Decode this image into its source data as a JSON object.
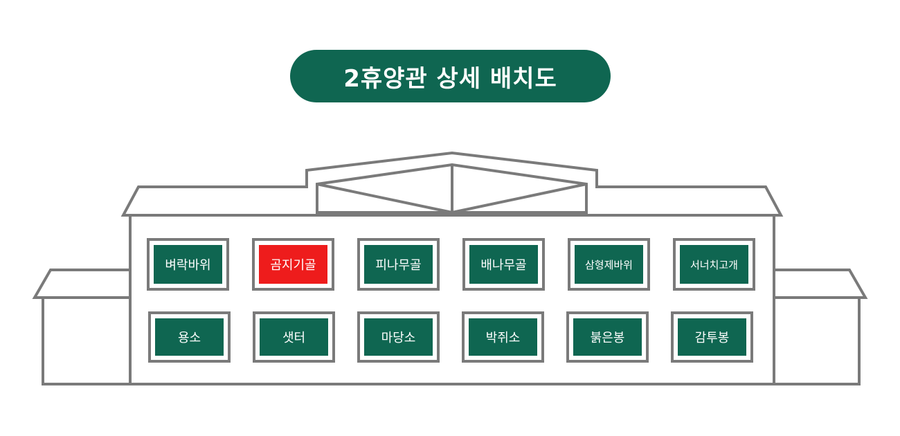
{
  "title": "2휴양관 상세 배치도",
  "colors": {
    "primary": "#0f6651",
    "highlight": "#ee1c1c",
    "outline": "#7a7a7a"
  },
  "rooms_row1": [
    {
      "label": "벼락바위",
      "selected": false
    },
    {
      "label": "곰지기골",
      "selected": true
    },
    {
      "label": "피나무골",
      "selected": false
    },
    {
      "label": "배나무골",
      "selected": false
    },
    {
      "label": "삼형제바위",
      "selected": false
    },
    {
      "label": "서너치고개",
      "selected": false
    }
  ],
  "rooms_row2": [
    {
      "label": "용소",
      "selected": false
    },
    {
      "label": "샛터",
      "selected": false
    },
    {
      "label": "마당소",
      "selected": false
    },
    {
      "label": "박쥐소",
      "selected": false
    },
    {
      "label": "붉은봉",
      "selected": false
    },
    {
      "label": "감투봉",
      "selected": false
    }
  ]
}
